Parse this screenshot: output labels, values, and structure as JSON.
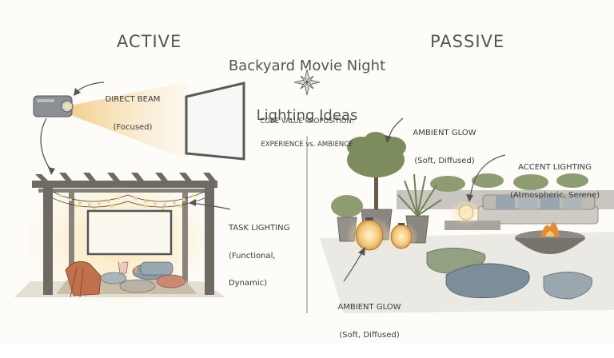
{
  "title": {
    "line1": "Backyard Movie Night",
    "line2": "Lighting Ideas"
  },
  "sections": {
    "active": "ACTIVE",
    "passive": "PASSIVE"
  },
  "core": {
    "line1": "CORE VALUE PROPOSITION:",
    "line2": "EXPERIENCE vs. AMBIENCE",
    "icon": "compass-rose-icon"
  },
  "labels": {
    "direct_beam": {
      "name": "DIRECT BEAM",
      "desc": "(Focused)"
    },
    "task_lighting": {
      "name": "TASK LIGHTING",
      "desc1": "(Functional,",
      "desc2": "Dynamic)"
    },
    "ambient_top": {
      "name": "AMBIENT GLOW",
      "desc": "(Soft, Diffused)"
    },
    "accent": {
      "name": "ACCENT LIGHTING",
      "desc": "(Atmospheric, Serene)"
    },
    "ambient_bottom": {
      "name": "AMBIENT GLOW",
      "desc": "(Soft, Diffused)"
    }
  },
  "colors": {
    "wood": "#6e6a64",
    "glow": "#f6d79a",
    "cushion": "#8a9aa6",
    "plant": "#7c8c5c",
    "blanket": "#c0704a",
    "fire": "#e58a3a"
  }
}
